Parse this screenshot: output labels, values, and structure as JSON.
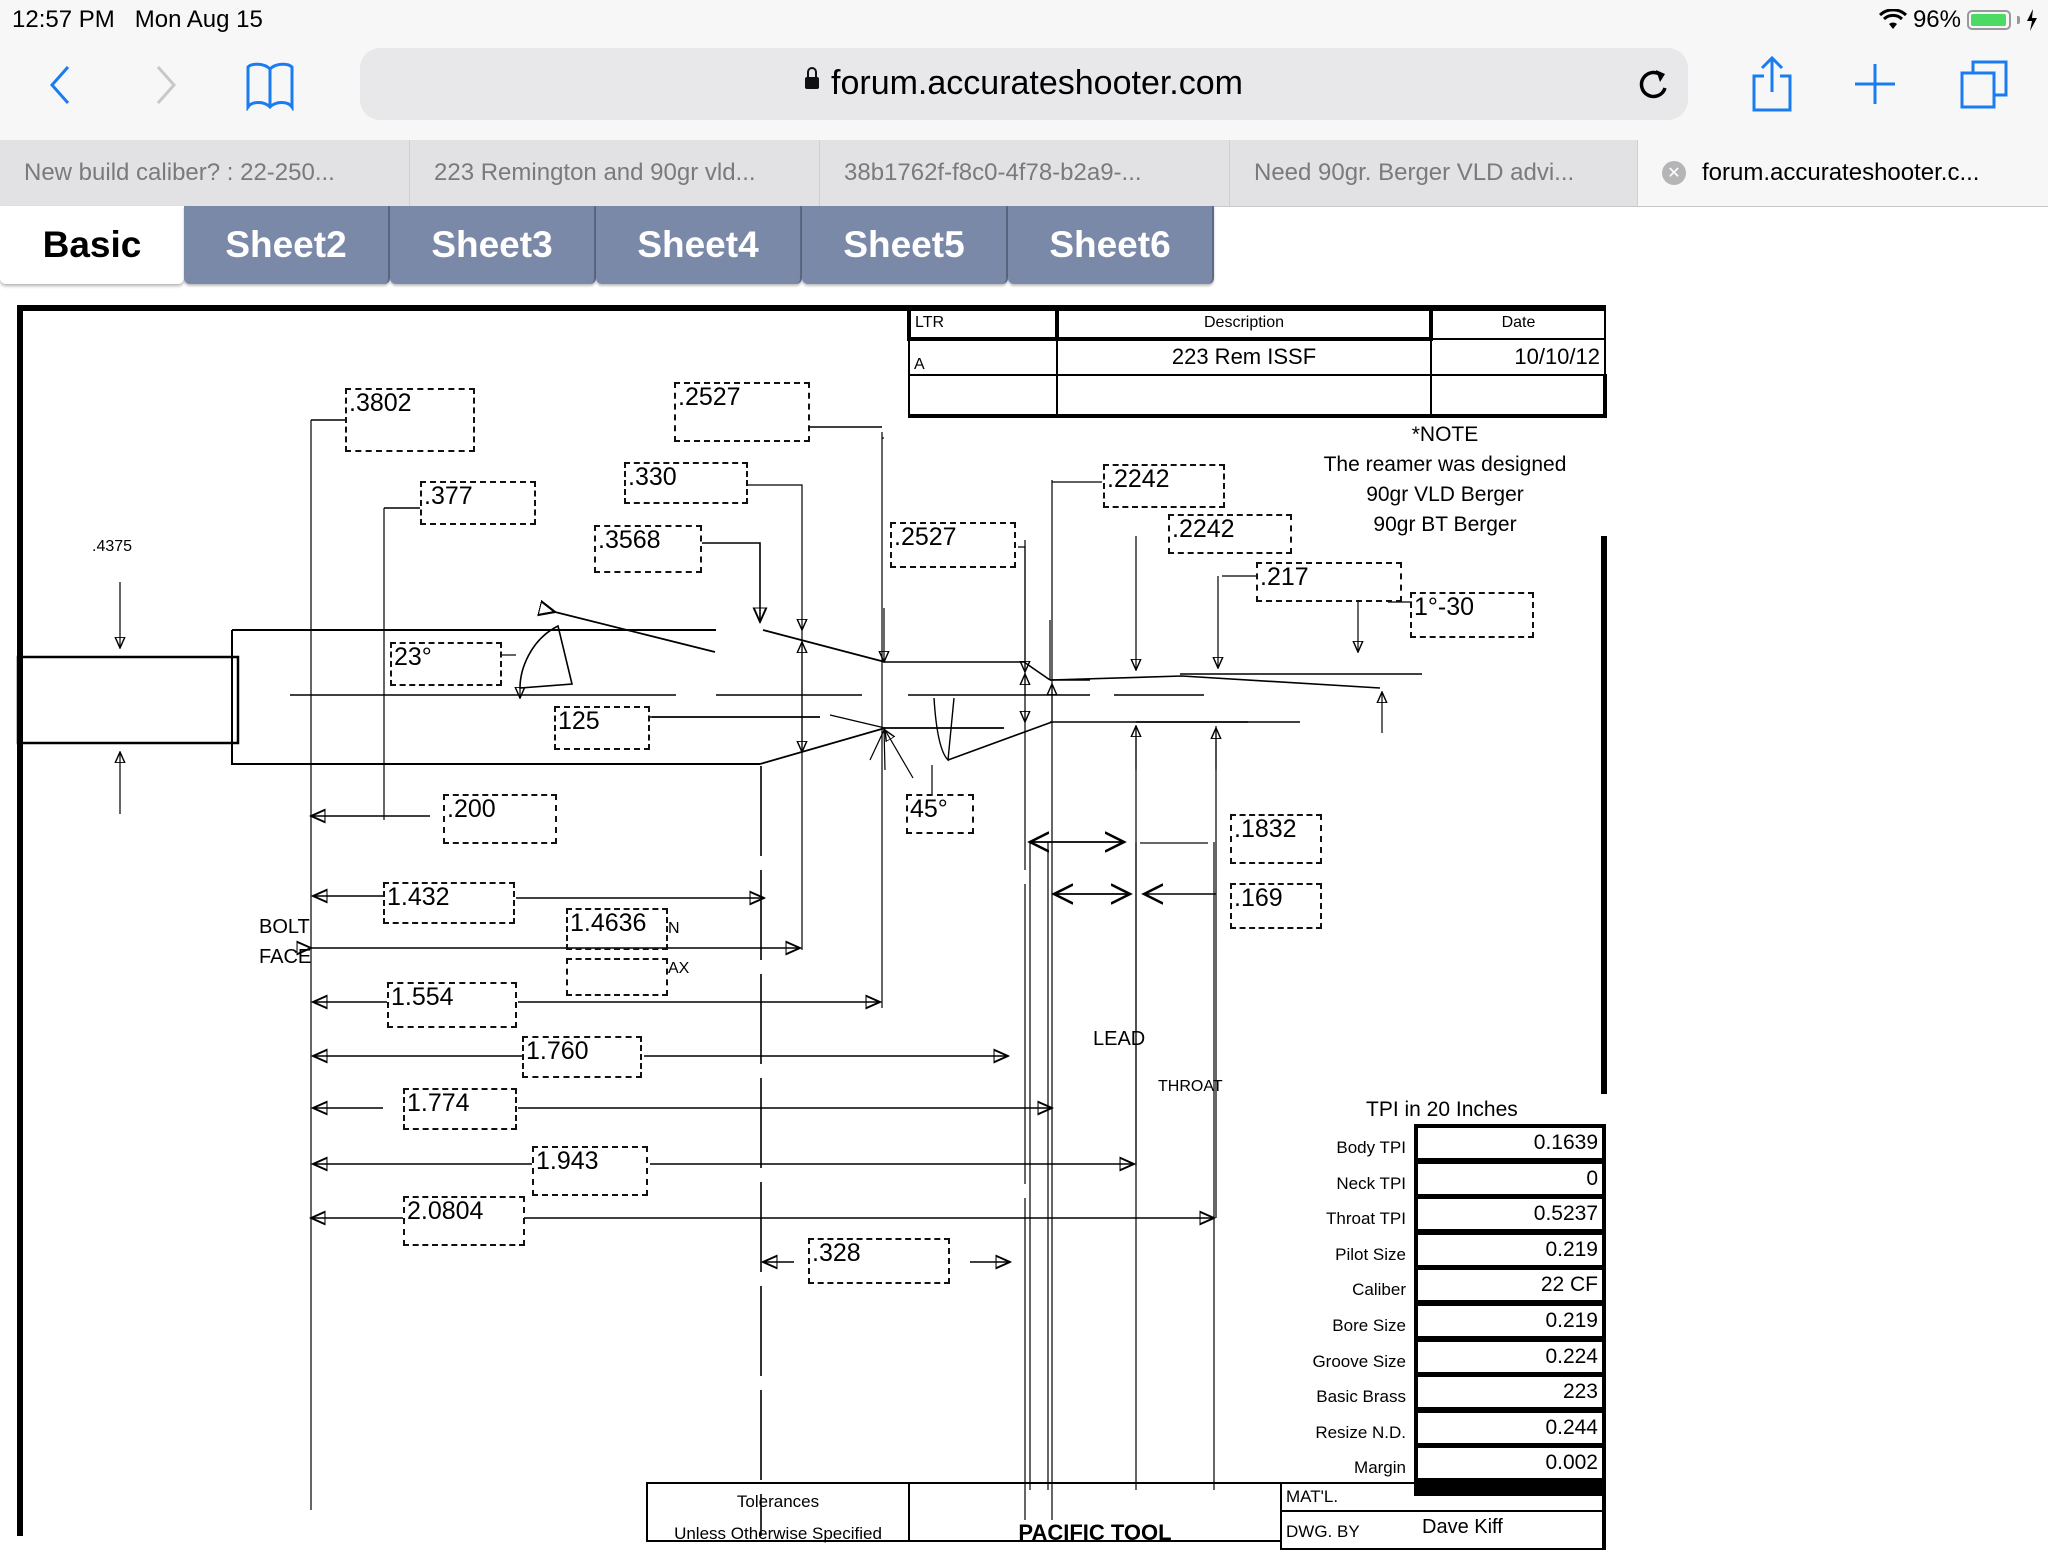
{
  "status_bar": {
    "time": "12:57 PM",
    "date": "Mon Aug 15",
    "battery_percent": "96%",
    "battery_level": 0.96,
    "charging": true
  },
  "browser": {
    "url": "forum.accurateshooter.com",
    "icons": {
      "back": "chevron-left-icon",
      "forward": "chevron-right-icon",
      "bookmarks": "book-icon",
      "reload": "reload-icon",
      "share": "share-icon",
      "new_tab": "plus-icon",
      "tabs": "tabs-icon",
      "lock": "lock-icon"
    },
    "tabs": [
      {
        "label": "New build caliber? : 22-250...",
        "active": false
      },
      {
        "label": "223 Remington and 90gr vld...",
        "active": false
      },
      {
        "label": "38b1762f-f8c0-4f78-b2a9-...",
        "active": false
      },
      {
        "label": "Need 90gr. Berger VLD advi...",
        "active": false
      },
      {
        "label": "forum.accurateshooter.c...",
        "active": true
      }
    ]
  },
  "sheets": [
    {
      "label": "Basic",
      "active": true
    },
    {
      "label": "Sheet2",
      "active": false
    },
    {
      "label": "Sheet3",
      "active": false
    },
    {
      "label": "Sheet4",
      "active": false
    },
    {
      "label": "Sheet5",
      "active": false
    },
    {
      "label": "Sheet6",
      "active": false
    }
  ],
  "revision_table": {
    "headers": [
      "LTR",
      "Description",
      "Date"
    ],
    "rows": [
      [
        "A",
        "223 Rem ISSF",
        "10/10/12"
      ],
      [
        "",
        "",
        ""
      ]
    ]
  },
  "note": {
    "title": "*NOTE",
    "lines": [
      "The reamer was designed",
      "90gr VLD Berger",
      "90gr BT Berger"
    ]
  },
  "drawing": {
    "diameter_labels": {
      "rim": ".4375",
      "base": ".3802",
      "body_end": ".377",
      "shoulder": ".3568",
      "neck_top": ".330",
      "neck_outer": ".2527",
      "neck_outer_2": ".2527",
      "lead_1": ".2242",
      "lead_2": ".2242",
      "bore": ".217",
      "taper_angle": "1°-30",
      "shoulder_angle": "23°",
      "throat_angle": "45°",
      "extractor": "125",
      "rim_thickness": ".200"
    },
    "length_labels": {
      "l1": "1.432",
      "l2": "1.4636",
      "l2_suffix_min": "N",
      "l2_suffix_max": "AX",
      "l2_max": "",
      "l3": "1.554",
      "l4": "1.760",
      "l5": "1.774",
      "l6": "1.943",
      "l7": "2.0804",
      "neck_length": ".328",
      "lead_length": ".1832",
      "throat_length": ".169"
    },
    "text_labels": {
      "bolt": "BOLT",
      "face": "FACE",
      "lead": "LEAD",
      "throat": "THROAT"
    }
  },
  "tpi": {
    "title": "TPI in 20 Inches",
    "rows": [
      {
        "label": "Body TPI",
        "value": "0.1639"
      },
      {
        "label": "Neck TPI",
        "value": "0"
      },
      {
        "label": "Throat TPI",
        "value": "0.5237"
      },
      {
        "label": "Pilot Size",
        "value": "0.219"
      },
      {
        "label": "Caliber",
        "value": "22 CF"
      },
      {
        "label": "Bore Size",
        "value": "0.219"
      },
      {
        "label": "Groove Size",
        "value": "0.224"
      },
      {
        "label": "Basic Brass",
        "value": "223"
      },
      {
        "label": "Resize N.D.",
        "value": "0.244"
      },
      {
        "label": "Margin",
        "value": "0.002"
      }
    ]
  },
  "title_block": {
    "tolerances": "Tolerances",
    "unless": "Unless Otherwise Specified",
    "company": "PACIFIC TOOL",
    "material_label": "MAT'L.",
    "drawn_by_label": "DWG. BY",
    "drawn_by": "Dave Kiff"
  }
}
